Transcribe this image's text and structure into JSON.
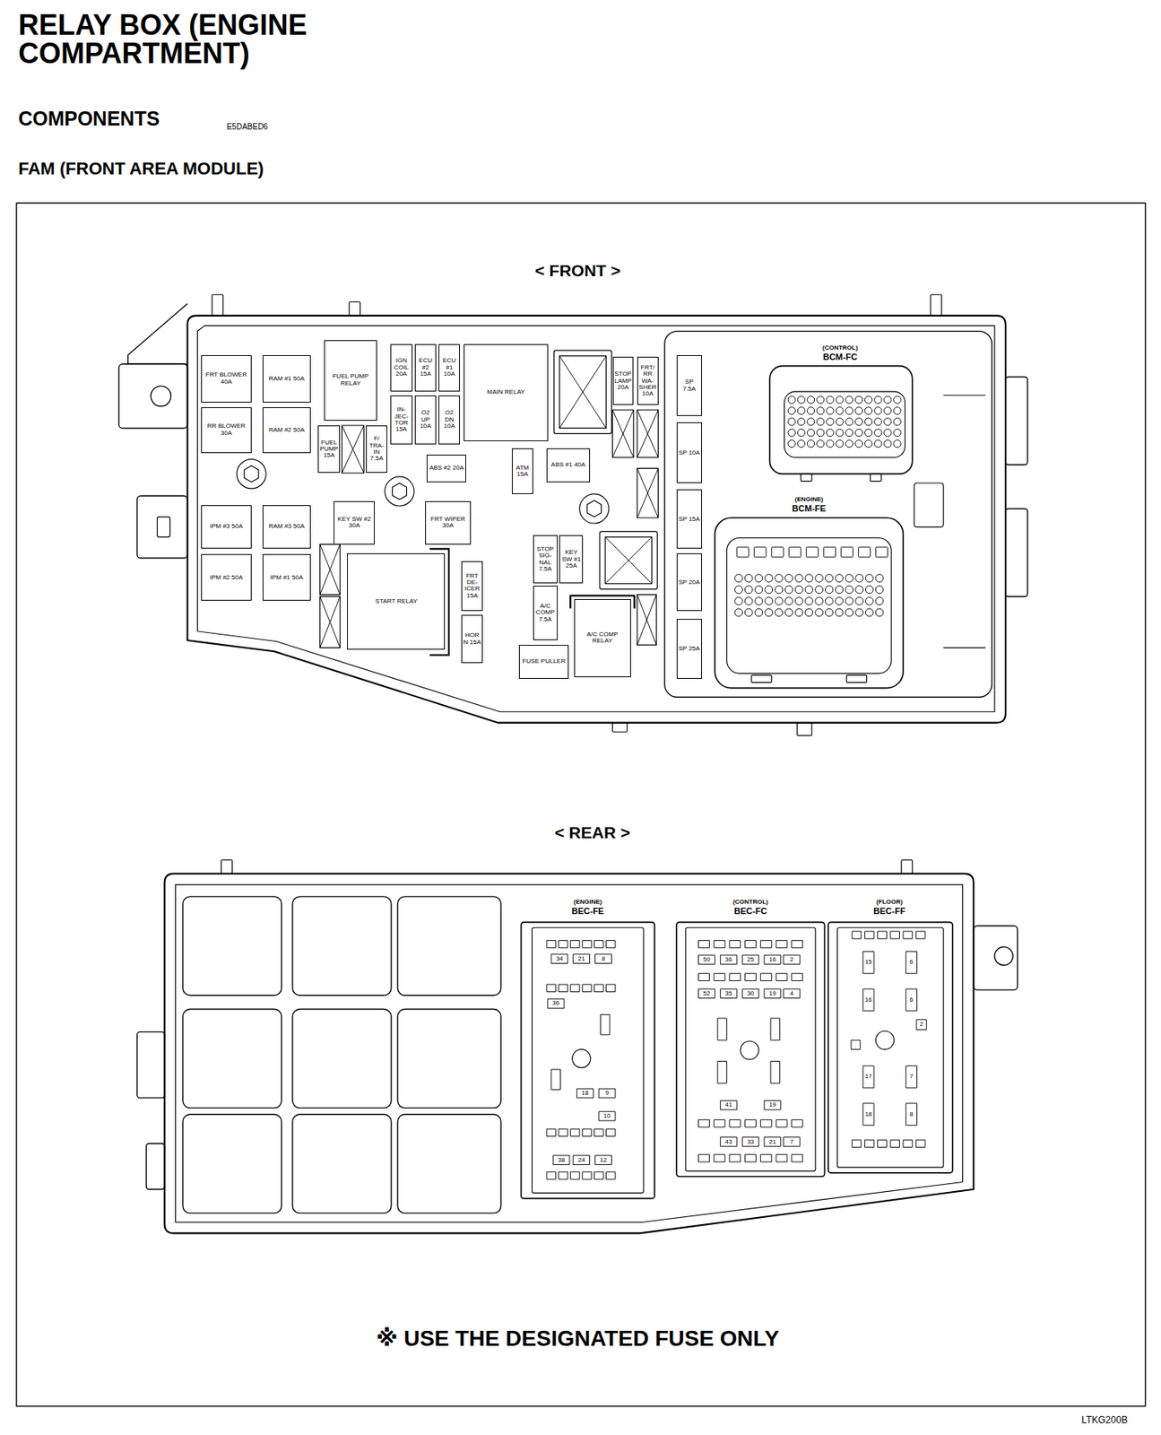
{
  "diagram": {
    "title": "RELAY BOX (ENGINE COMPARTMENT)",
    "nodes": [
      {
        "text": [
          "FRT BLOWER 40A"
        ]
      },
      {
        "text": [
          "RAM #1 50A"
        ]
      },
      {
        "text": [
          "FUEL PUMP RELAY"
        ]
      },
      {
        "text": [
          "IGN COIL 20A"
        ]
      },
      {
        "text": [
          "ECU #2 15A"
        ]
      },
      {
        "text": [
          "ECU #1 10A"
        ]
      },
      {
        "text": [
          "MAIN RELAY"
        ]
      },
      {
        "text": [
          "STOP LAMP 20A"
        ]
      },
      {
        "text": [
          "FRT/ RR WA- SHER 10A"
        ]
      },
      {
        "text": [
          "SP 7.5A"
        ]
      },
      {
        "text": [
          "(CONTROL)",
          "BCM-FC"
        ]
      },
      {
        "text": [
          "RR BLOWER 30A"
        ]
      },
      {
        "text": [
          "RAM #2 50A"
        ]
      },
      {
        "text": [
          "FUEL PUMP 15A"
        ]
      },
      {
        "text": [
          "F/ TRA- IN 7.5A"
        ]
      },
      {
        "text": [
          "IN- JEC- TOR 15A"
        ]
      },
      {
        "text": [
          "O2 UP 10A"
        ]
      },
      {
        "text": [
          "O2 DN 10A"
        ]
      },
      {
        "text": [
          "SP 10A"
        ]
      },
      {
        "text": [
          "ABS #2 20A"
        ]
      },
      {
        "text": [
          "ATM 15A"
        ]
      },
      {
        "text": [
          "ABS #1 40A"
        ]
      },
      {
        "text": [
          "SP 15A"
        ]
      },
      {
        "text": [
          "(ENGINE)",
          "BCM-FE"
        ]
      },
      {
        "text": [
          "IPM #3 50A"
        ]
      },
      {
        "text": [
          "RAM #3 50A"
        ]
      },
      {
        "text": [
          "KEY SW #2 30A"
        ]
      },
      {
        "text": [
          "FRT WIPER 30A"
        ]
      },
      {
        "text": [
          "STOP SIG- NAL 7.5A"
        ]
      },
      {
        "text": [
          "KEY SW #1 25A"
        ]
      },
      {
        "text": [
          "SP 20A"
        ]
      },
      {
        "text": [
          "IPM #2 50A"
        ]
      },
      {
        "text": [
          "IPM #1 50A"
        ]
      },
      {
        "text": [
          "START RELAY"
        ]
      },
      {
        "text": [
          "FRT DE- ICER 15A"
        ]
      },
      {
        "text": [
          "A/C COMP 7.5A"
        ]
      },
      {
        "text": [
          "A/C COMP RELAY"
        ]
      },
      {
        "text": [
          "SP 25A"
        ]
      },
      {
        "text": [
          "HORN 15A"
        ]
      },
      {
        "text": [
          "FUSE PULLER"
        ]
      },
      {
        "text": [
          "(ENGINE)",
          "BEC-FE"
        ]
      },
      {
        "text": [
          "(CONTROL)",
          "BEC-FC"
        ]
      },
      {
        "text": [
          "(FLOOR)",
          "BEC-FF"
        ]
      }
    ],
    "labels": [
      "COMPONENTS",
      "E5DABED6",
      "FAM (FRONT AREA MODULE)",
      "< FRONT >",
      "< REAR >",
      "※ USE THE DESIGNATED FUSE ONLY",
      "LTKG200B",
      "34",
      "21",
      "8",
      "36",
      "18",
      "9",
      "10",
      "38",
      "24",
      "12",
      "50",
      "36",
      "25",
      "16",
      "2",
      "52",
      "35",
      "30",
      "19",
      "4",
      "41",
      "19",
      "43",
      "33",
      "21",
      "7",
      "15",
      "6",
      "16",
      "6",
      "2",
      "17",
      "7",
      "18",
      "8"
    ]
  }
}
